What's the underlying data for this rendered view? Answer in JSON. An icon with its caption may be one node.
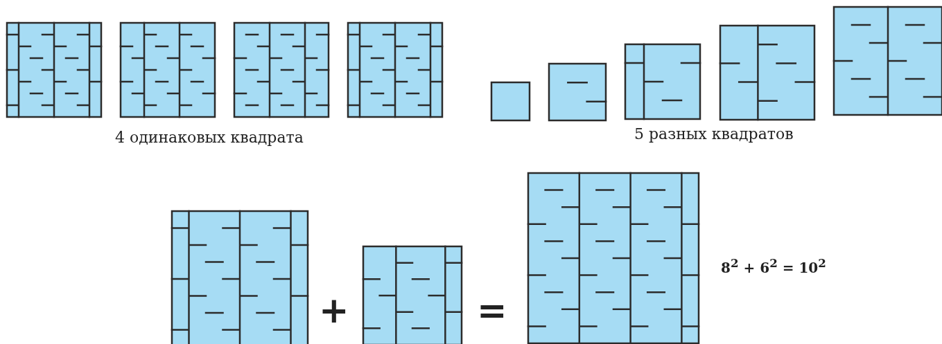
{
  "diagram": {
    "labels": [
      "4 одинаковых квадрата",
      "5 разных квадратов",
      "+",
      "=",
      "8$^{2}$ + 6$^{2}$ = 10$^{2}$"
    ]
  }
}
